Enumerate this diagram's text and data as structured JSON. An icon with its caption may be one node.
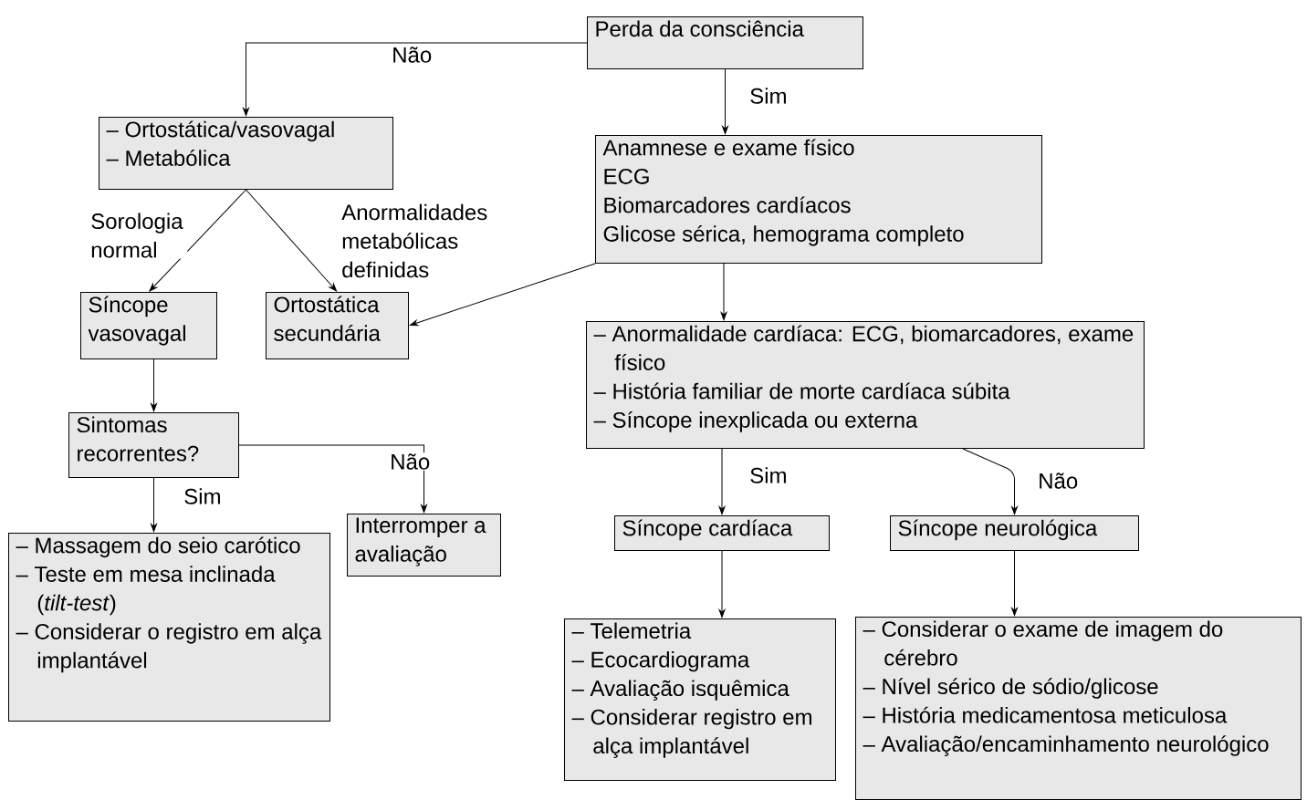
{
  "diagram": {
    "nodes": [
      {
        "text": [
          "Perda da consciência"
        ]
      },
      {
        "text": [
          "– Ortostática/vasovagal",
          "– Metabólica"
        ]
      },
      {
        "text": [
          "Anamnese e exame físico",
          "ECG",
          "Biomarcadores cardíacos",
          "Glicose sérica, hemograma completo"
        ]
      },
      {
        "text": [
          "Síncope vasovagal"
        ]
      },
      {
        "text": [
          "Ortostática secundária"
        ]
      },
      {
        "text": [
          "– Anormalidade cardíaca: ECG, biomarcadores, exame físico",
          "– História familiar de morte cardíaca súbita",
          "– Síncope inexplicada ou externa"
        ]
      },
      {
        "text": [
          "Sintomas recorrentes?"
        ]
      },
      {
        "text": [
          "Interromper a avaliação"
        ]
      },
      {
        "text": [
          "Síncope cardíaca"
        ]
      },
      {
        "text": [
          "Síncope neurológica"
        ]
      },
      {
        "text": [
          "– Massagem do seio carótico",
          "– Teste em mesa inclinada (*tilt-test*)",
          "– Considerar o registro em alça implantável"
        ]
      },
      {
        "text": [
          "– Telemetria",
          "– Ecocardiograma",
          "– Avaliação isquêmica",
          "– Considerar registro em alça implantável"
        ]
      },
      {
        "text": [
          "– Considerar o exame de imagem do cérebro",
          "– Nível sérico de sódio/glicose",
          "– História medicamentosa meticulosa",
          "– Avaliação/encaminhamento neurológico"
        ]
      }
    ],
    "edges": [
      {
        "from": 0,
        "to": 1,
        "arrow": "to",
        "label": "Não"
      },
      {
        "from": 0,
        "to": 2,
        "arrow": "to",
        "label": "Sim"
      },
      {
        "from": 1,
        "to": 3,
        "arrow": "to",
        "label": "Sorologia normal"
      },
      {
        "from": 1,
        "to": 4,
        "arrow": "to",
        "label": "Anormalidades metabólicas definidas"
      },
      {
        "from": 2,
        "to": 4,
        "arrow": "to"
      },
      {
        "from": 2,
        "to": 5,
        "arrow": "to"
      },
      {
        "from": 3,
        "to": 6,
        "arrow": "to"
      },
      {
        "from": 6,
        "to": 10,
        "arrow": "to",
        "label": "Sim"
      },
      {
        "from": 6,
        "to": 7,
        "arrow": "to",
        "label": "Não"
      },
      {
        "from": 5,
        "to": 8,
        "arrow": "to",
        "label": "Sim"
      },
      {
        "from": 5,
        "to": 9,
        "arrow": "to",
        "label": "Não"
      },
      {
        "from": 8,
        "to": 11,
        "arrow": "to"
      },
      {
        "from": 9,
        "to": 12,
        "arrow": "to"
      }
    ]
  }
}
